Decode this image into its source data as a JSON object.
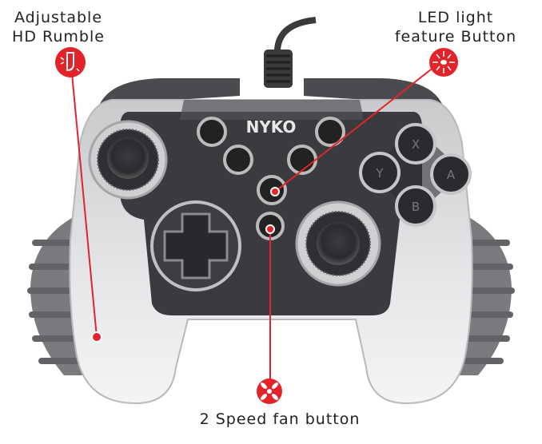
{
  "callouts": {
    "rumble": {
      "line1": "Adjustable",
      "line2": "HD Rumble",
      "icon": "rumble-motor-icon"
    },
    "led": {
      "line1": "LED light",
      "line2": "feature Button",
      "icon": "led-light-icon"
    },
    "fan": {
      "line1": "2 Speed fan button",
      "icon": "fan-icon"
    }
  },
  "controller": {
    "brand": "NYKO",
    "face_buttons": {
      "top": "X",
      "left": "Y",
      "right": "A",
      "bottom": "B"
    }
  },
  "colors": {
    "accent_red": "#e3232a",
    "body_dark": "#3a3b3f",
    "shell_clear": "#d8d9db",
    "grip_gray": "#7a7b7f"
  }
}
